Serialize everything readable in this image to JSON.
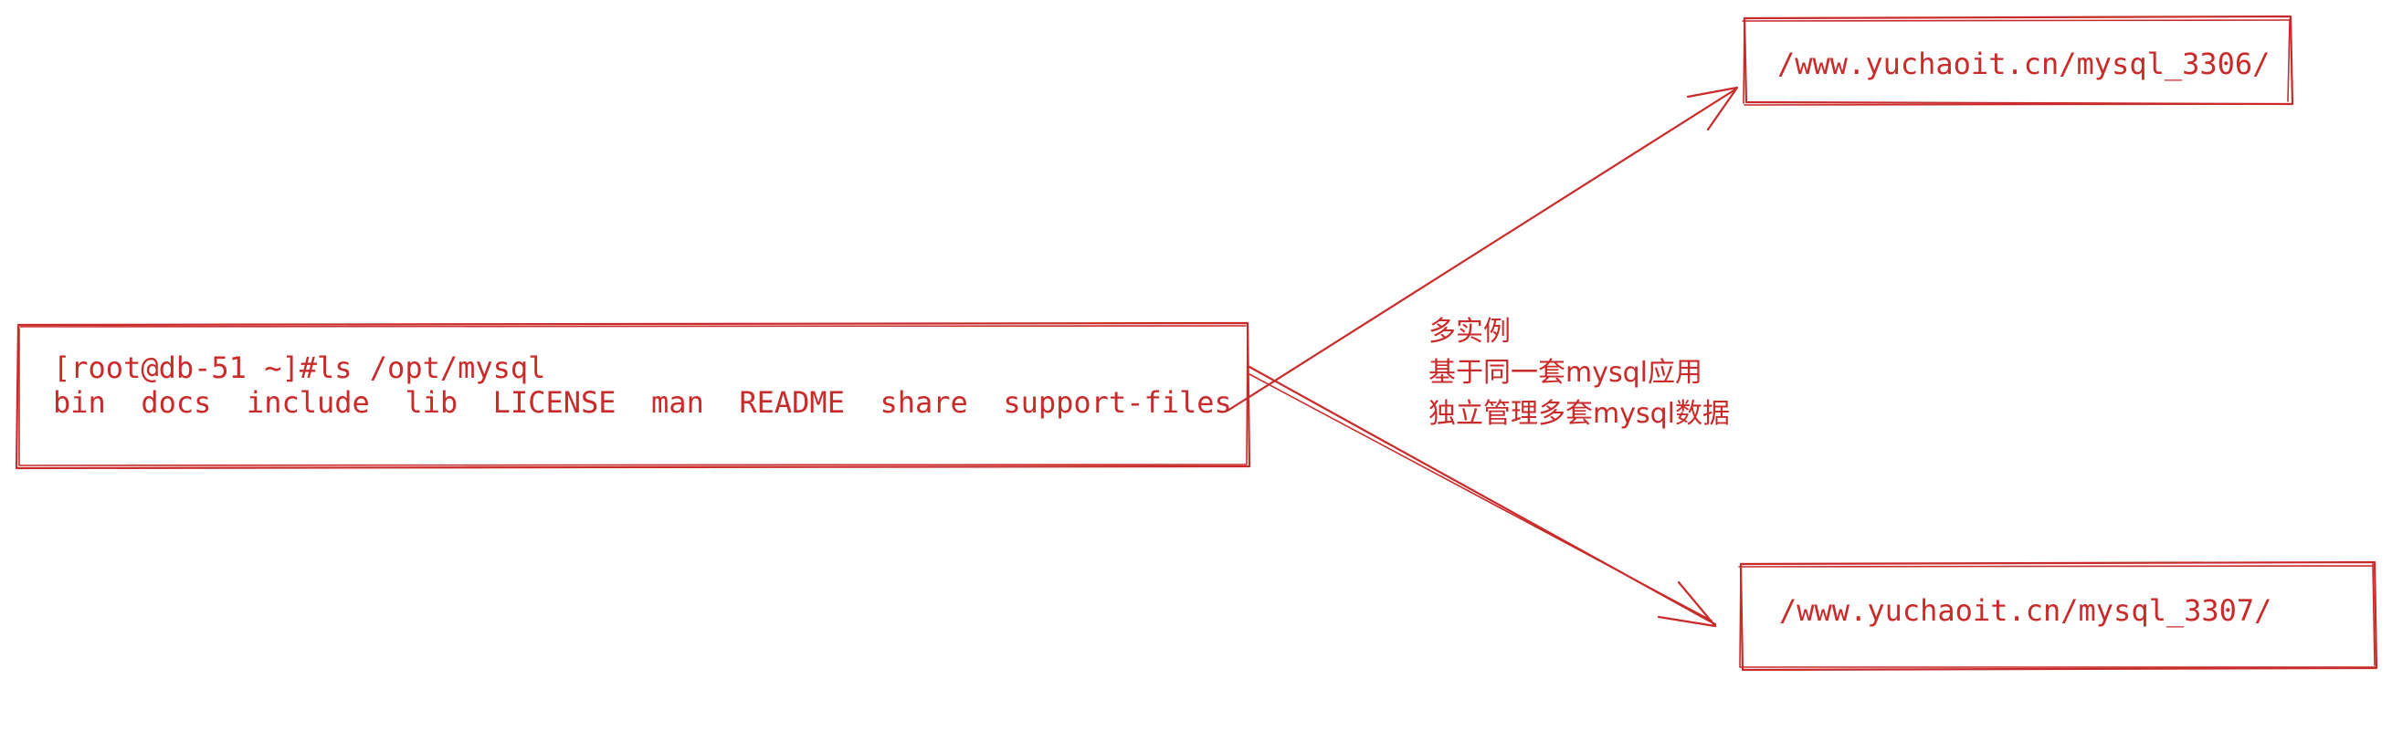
{
  "colors": {
    "ink": "#c92a2a",
    "background": "#ffffff"
  },
  "terminal_box": {
    "prompt_line": "[root@db-51 ~]#ls /opt/mysql",
    "listing_line": "bin  docs  include  lib  LICENSE  man  README  share  support-files"
  },
  "annotation": {
    "lines": [
      "多实例",
      "基于同一套mysql应用",
      "独立管理多套mysql数据"
    ]
  },
  "targets": [
    {
      "path": "/www.yuchaoit.cn/mysql_3306/"
    },
    {
      "path": "/www.yuchaoit.cn/mysql_3307/"
    }
  ]
}
